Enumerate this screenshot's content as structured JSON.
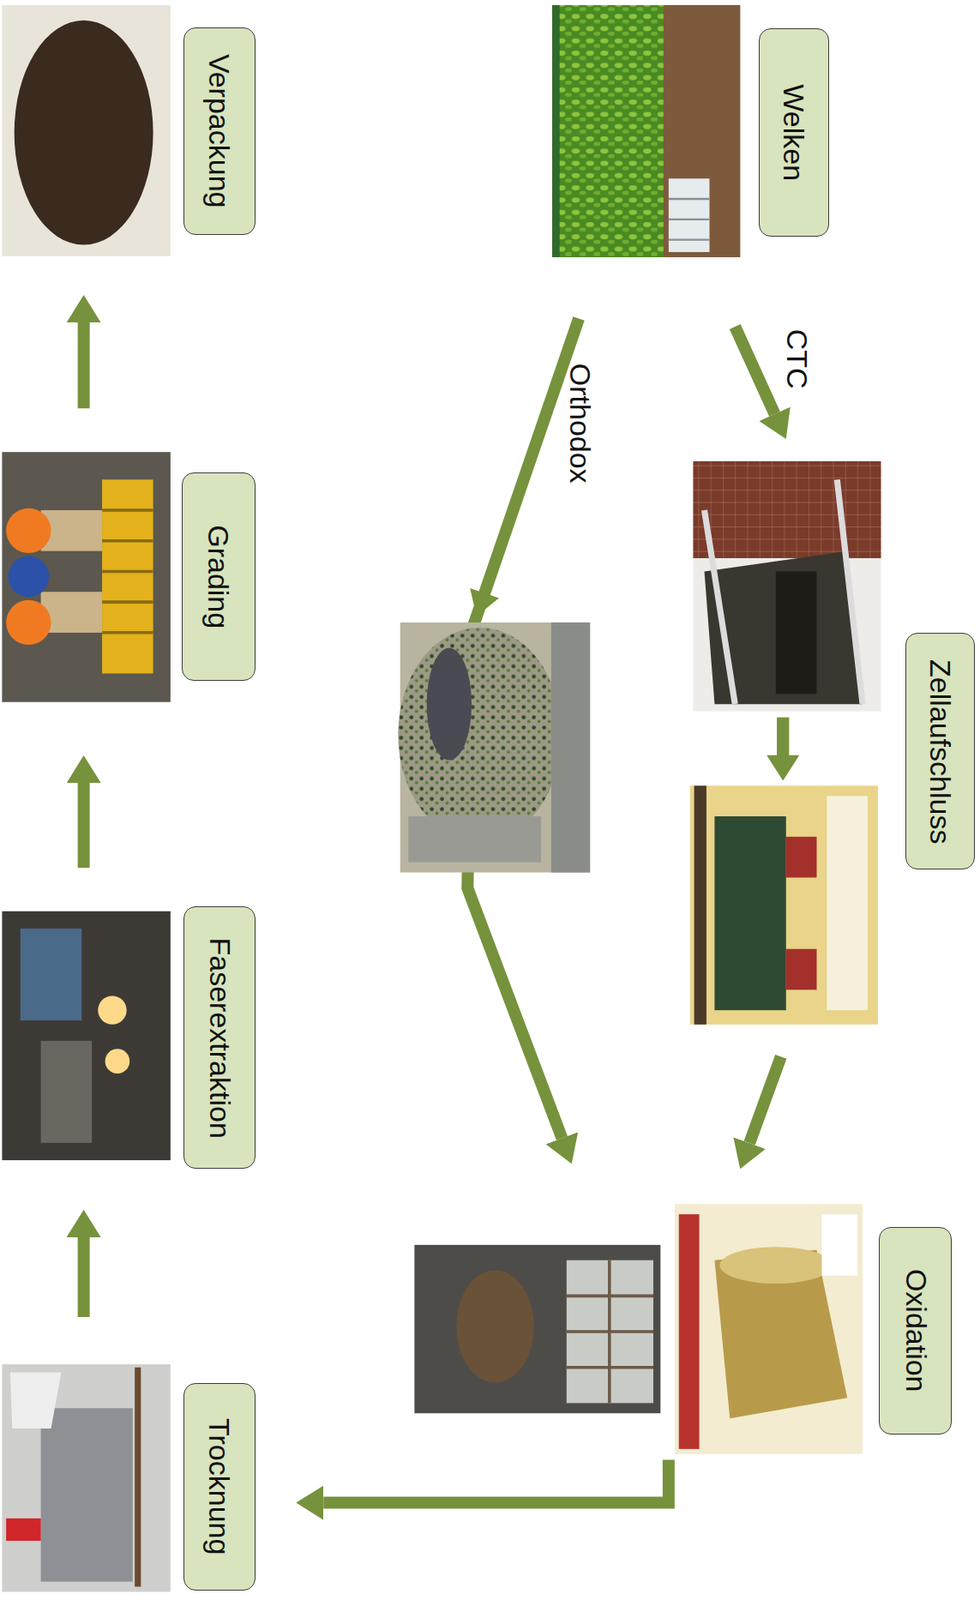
{
  "diagram": {
    "nodes": [
      {
        "text": [
          "Welken"
        ]
      },
      {
        "text": [
          "Zellaufschluss"
        ]
      },
      {
        "text": [
          "Oxidation"
        ]
      },
      {
        "text": [
          "Trocknung"
        ]
      },
      {
        "text": [
          "Faserextraktion"
        ]
      },
      {
        "text": [
          "Grading"
        ]
      },
      {
        "text": [
          "Verpackung"
        ]
      }
    ],
    "edges": [
      {
        "from": 0,
        "to": 1,
        "label": "CTC",
        "arrow": "to"
      },
      {
        "from": 0,
        "to": 2,
        "label": "Orthodox",
        "arrow": "to"
      },
      {
        "from": 1,
        "to": 2,
        "arrow": "to"
      },
      {
        "from": 2,
        "to": 3,
        "arrow": "to"
      },
      {
        "from": 3,
        "to": 4,
        "arrow": "to"
      },
      {
        "from": 4,
        "to": 5,
        "arrow": "to"
      },
      {
        "from": 5,
        "to": 6,
        "arrow": "to"
      }
    ]
  }
}
